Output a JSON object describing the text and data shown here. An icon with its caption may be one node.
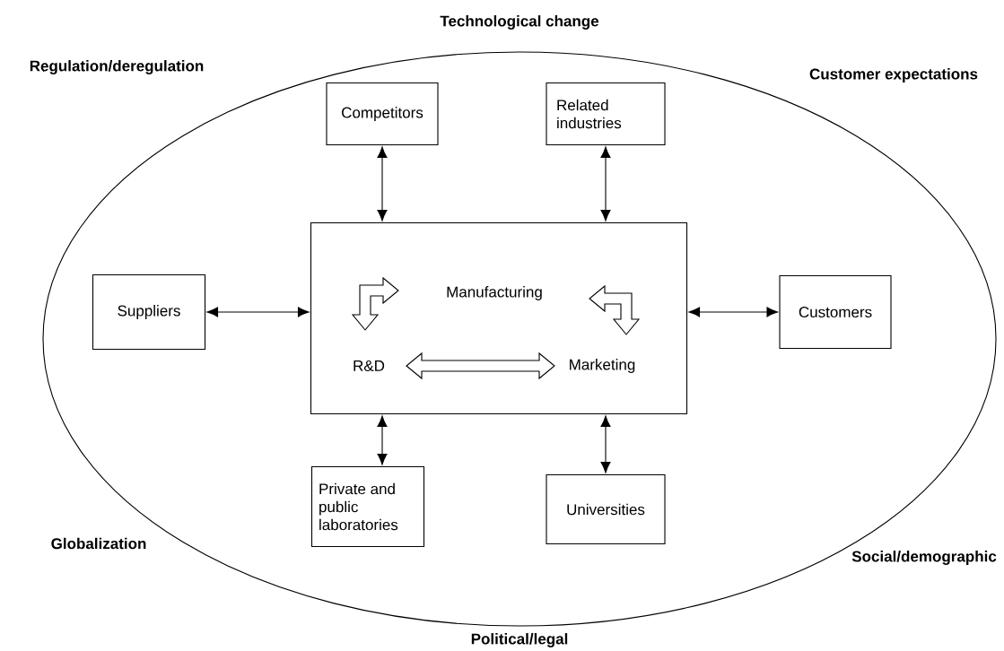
{
  "diagram": {
    "nodes": [
      {
        "text": [],
        "shape": "ellipse"
      },
      {
        "text": [
          "Competitors"
        ],
        "in": 0
      },
      {
        "text": [
          "Related industries"
        ],
        "in": 0
      },
      {
        "text": [
          "Suppliers"
        ],
        "in": 0
      },
      {
        "text": [],
        "shape": "box",
        "in": 0
      },
      {
        "text": [
          "Manufacturing"
        ],
        "in": 4
      },
      {
        "text": [
          "R&D"
        ],
        "in": 4
      },
      {
        "text": [
          "Marketing"
        ],
        "in": 4
      },
      {
        "text": [
          "Customers"
        ],
        "in": 0
      },
      {
        "text": [
          "Private and public laboratories"
        ],
        "in": 0
      },
      {
        "text": [
          "Universities"
        ],
        "in": 0
      }
    ],
    "edges": [
      {
        "from": 1,
        "to": 4,
        "arrow": "both"
      },
      {
        "from": 2,
        "to": 4,
        "arrow": "both"
      },
      {
        "from": 3,
        "to": 4,
        "arrow": "both"
      },
      {
        "from": 4,
        "to": 8,
        "arrow": "both"
      },
      {
        "from": 4,
        "to": 9,
        "arrow": "both"
      },
      {
        "from": 4,
        "to": 10,
        "arrow": "both"
      },
      {
        "from": 6,
        "to": 5,
        "arrow": "both",
        "style": "thick"
      },
      {
        "from": 5,
        "to": 7,
        "arrow": "both",
        "style": "thick"
      },
      {
        "from": 6,
        "to": 7,
        "arrow": "both",
        "style": "thick"
      }
    ],
    "labels": [
      "Technological change",
      "Regulation/deregulation",
      "Customer expectations",
      "Globalization",
      "Social/demographic",
      "Political/legal"
    ]
  }
}
